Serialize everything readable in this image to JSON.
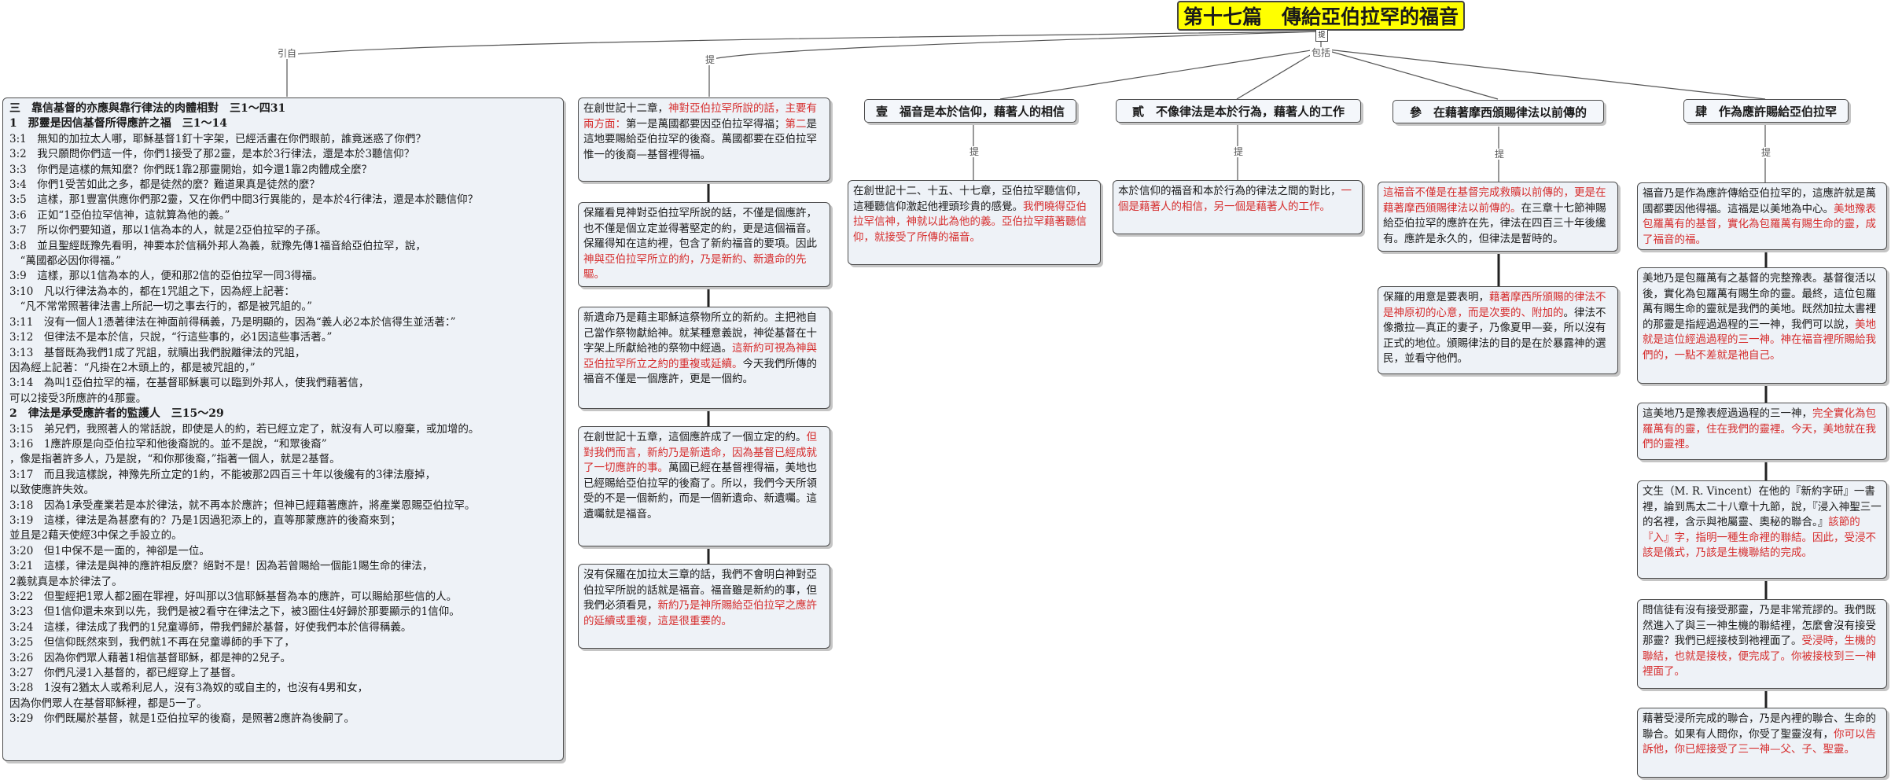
{
  "title": "第十七篇　傳給亞伯拉罕的福音",
  "title_icon": "提",
  "edge_labels": {
    "yin": "引自",
    "zong": "提",
    "baokuo": "包括",
    "t1": "提",
    "t2": "提",
    "t3": "提",
    "t4": "提"
  },
  "verses": {
    "lines": [
      {
        "t": "三　靠信基督的亦應與靠行律法的肉體相對　三1～四31",
        "h": true
      },
      {
        "t": "1　那靈是因信基督所得應許之福　三1～14",
        "h": true
      },
      {
        "t": "3:1　無知的加拉太人哪，耶穌基督1釘十字架，已經活畫在你們眼前，誰竟迷惑了你們？"
      },
      {
        "t": "3:2　我只願問你們這一件，你們1接受了那2靈，是本於3行律法，還是本於3聽信仰？"
      },
      {
        "t": "3:3　你們是這樣的無知麼？你們既1靠2那靈開始，如今還1靠2肉體成全麼？"
      },
      {
        "t": "3:4　你們1受苦如此之多，都是徒然的麼？難道果真是徒然的麼？"
      },
      {
        "t": "3:5　這樣，那1豐富供應你們那2靈，又在你們中間3行異能的，是本於4行律法，還是本於聽信仰？"
      },
      {
        "t": "3:6　正如“1亞伯拉罕信神，這就算為他的義。”"
      },
      {
        "t": "3:7　所以你們要知道，那以1信為本的人，就是2亞伯拉罕的子孫。"
      },
      {
        "t": "3:8　並且聖經既豫先看明，神要本於信稱外邦人為義，就豫先傳1福音給亞伯拉罕，說，"
      },
      {
        "t": "　“萬國都必因你得福。”"
      },
      {
        "t": "3:9　這樣，那以1信為本的人，便和那2信的亞伯拉罕一同3得福。"
      },
      {
        "t": "3:10　凡以行律法為本的，都在1咒詛之下，因為經上記著："
      },
      {
        "t": "　“凡不常常照著律法書上所記一切之事去行的，都是被咒詛的。”"
      },
      {
        "t": "3:11　沒有一個人1憑著律法在神面前得稱義，乃是明顯的，因為“義人必2本於信得生並活著：”"
      },
      {
        "t": "3:12　但律法不是本於信，只說，“行這些事的，必1因這些事活著。”"
      },
      {
        "t": "3:13　基督既為我們1成了咒詛，就贖出我們脫離律法的咒詛，"
      },
      {
        "t": "因為經上記著：“凡掛在2木頭上的，都是被咒詛的，”"
      },
      {
        "t": "3:14　為叫1亞伯拉罕的福，在基督耶穌裏可以臨到外邦人，使我們藉著信，"
      },
      {
        "t": "可以2接受3所應許的4那靈。"
      },
      {
        "t": "2　律法是承受應許者的監護人　三15～29",
        "h": true
      },
      {
        "t": "3:15　弟兄們，我照著人的常話說，即使是人的約，若已經立定了，就沒有人可以廢棄，或加增的。"
      },
      {
        "t": "3:16　1應許原是向亞伯拉罕和他後裔說的。並不是說，“和眾後裔”"
      },
      {
        "t": "，像是指著許多人，乃是說，“和你那後裔，”指著一個人，就是2基督。"
      },
      {
        "t": "3:17　而且我這樣說，神豫先所立定的1約，不能被那2四百三十年以後纔有的3律法廢掉，"
      },
      {
        "t": "以致使應許失效。"
      },
      {
        "t": "3:18　因為1承受產業若是本於律法，就不再本於應許；但神已經藉著應許，將產業恩賜亞伯拉罕。"
      },
      {
        "t": "3:19　這樣，律法是為甚麼有的？乃是1因過犯添上的，直等那蒙應許的後裔來到；"
      },
      {
        "t": "並且是2藉天使經3中保之手設立的。"
      },
      {
        "t": "3:20　但1中保不是一面的，神卻是一位。"
      },
      {
        "t": "3:21　這樣，律法是與神的應許相反麼？絕對不是！因為若曾賜給一個能1賜生命的律法，"
      },
      {
        "t": "2義就真是本於律法了。"
      },
      {
        "t": "3:22　但聖經把1眾人都2圈在罪裡，好叫那以3信耶穌基督為本的應許，可以賜給那些信的人。"
      },
      {
        "t": "3:23　但1信仰還未來到以先，我們是被2看守在律法之下，被3圈住4好歸於那要顯示的1信仰。"
      },
      {
        "t": "3:24　這樣，律法成了我們的1兒童導師，帶我們歸於基督，好使我們本於信得稱義。"
      },
      {
        "t": "3:25　但信仰既然來到，我們就1不再在兒童導師的手下了，"
      },
      {
        "t": "3:26　因為你們眾人藉著1相信基督耶穌，都是神的2兒子。"
      },
      {
        "t": "3:27　你們凡浸1入基督的，都已經穿上了基督。"
      },
      {
        "t": "3:28　1沒有2猶太人或希利尼人，沒有3為奴的或自主的，也沒有4男和女，"
      },
      {
        "t": "因為你們眾人在基督耶穌裡，都是5一了。"
      },
      {
        "t": "3:29　你們既屬於基督，就是1亞伯拉罕的後裔，是照著2應許為後嗣了。"
      }
    ]
  },
  "middle_cards": [
    {
      "segments": [
        {
          "t": "在創世記十二章，"
        },
        {
          "t": "神對亞伯拉罕所說的話，主要有兩方面：",
          "r": true
        },
        {
          "t": "第一是萬國都要因亞伯拉罕得福；"
        },
        {
          "t": "第二",
          "r": true
        },
        {
          "t": "是這地要賜給亞伯拉罕的後裔。萬國都要在亞伯拉罕惟一的後裔—基督裡得福。"
        }
      ]
    },
    {
      "segments": [
        {
          "t": "保羅看見神對亞伯拉罕所說的話，不僅是個應許，也不僅是個立定並得著堅定的約，更是這個福音。保羅得知在這約裡，包含了新約福音的要項。因此"
        },
        {
          "t": "神與亞伯拉罕所立的約，乃是新約、新遺命的先驅。",
          "r": true
        }
      ]
    },
    {
      "segments": [
        {
          "t": "新遺命乃是藉主耶穌這祭物所立的新約。主把祂自己當作祭物獻給神。就某種意義說，神從基督在十字架上所獻給祂的祭物中經過。"
        },
        {
          "t": "這新約可視為神與亞伯拉罕所立之約的重複或延續。",
          "r": true
        },
        {
          "t": "今天我們所傳的福音不僅是一個應許，更是一個約。"
        }
      ]
    },
    {
      "segments": [
        {
          "t": "在創世記十五章，這個應許成了一個立定的約。"
        },
        {
          "t": "但對我們而言，新約乃是新遺命，因為基督已經成就了一切應許的事。",
          "r": true
        },
        {
          "t": "萬國已經在基督裡得福，美地也已經賜給亞伯拉罕的後裔了。所以，我們今天所領受的不是一個新約，而是一個新遺命、新遺囑。這遺囑就是福音。"
        }
      ]
    },
    {
      "segments": [
        {
          "t": "沒有保羅在加拉太三章的話，我們不會明白神對亞伯拉罕所說的話就是福音。福音雖是新約的事，但我們必須看見，"
        },
        {
          "t": "新約乃是神所賜給亞伯拉罕之應許的延續或重複，這是很重要的。",
          "r": true
        }
      ]
    }
  ],
  "sections": [
    {
      "head": "壹　福音是本於信仰，藉著人的相信"
    },
    {
      "head": "貳　不像律法是本於行為，藉著人的工作"
    },
    {
      "head": "參　在藉著摩西頒賜律法以前傳的"
    },
    {
      "head": "肆　作為應許賜給亞伯拉罕"
    }
  ],
  "sec1_card": {
    "segments": [
      {
        "t": "在創世記十二、十五、十七章，亞伯拉罕聽信仰，這種聽信仰激起他裡頭珍貴的感覺。"
      },
      {
        "t": "我們曉得亞伯拉罕信神，神就以此為他的義。亞伯拉罕藉著聽信仰，就接受了所傳的福音。",
        "r": true
      }
    ]
  },
  "sec2_card": {
    "segments": [
      {
        "t": "本於信仰的福音和本於行為的律法之間的對比，"
      },
      {
        "t": "一個是藉著人的相信，另一個是藉著人的工作。",
        "r": true
      }
    ]
  },
  "sec3_cards": [
    {
      "segments": [
        {
          "t": "這福音不僅是在基督完成救贖以前傳的，更是在藉著摩西頒賜律法以前傳的。",
          "r": true
        },
        {
          "t": "在三章十七節神賜給亞伯拉罕的應許在先，律法在四百三十年後纔有。應許是永久的，但律法是暫時的。"
        }
      ]
    },
    {
      "segments": [
        {
          "t": "保羅的用意是要表明，"
        },
        {
          "t": "藉著摩西所頒賜的律法不是神原初的心意，而是次要的、附加的",
          "r": true
        },
        {
          "t": "。律法不像撒拉—真正的妻子，乃像夏甲—妾，所以沒有正式的地位。頒賜律法的目的是在於暴露神的選民，並看守他們。"
        }
      ]
    }
  ],
  "sec4_cards": [
    {
      "segments": [
        {
          "t": "福音乃是作為應許傳給亞伯拉罕的，這應許就是萬國都要因他得福。這福是以美地為中心。"
        },
        {
          "t": "美地豫表包羅萬有的基督，實化為包羅萬有賜生命的靈，成了福音的福。",
          "r": true
        }
      ]
    },
    {
      "segments": [
        {
          "t": "美地乃是包羅萬有之基督的完整豫表。基督復活以後，實化為包羅萬有賜生命的靈。最終，這位包羅萬有賜生命的靈就是我們的美地。既然加拉太書裡的那靈是指經過過程的三一神，我們可以說，"
        },
        {
          "t": "美地就是這位經過過程的三一神。神在福音裡所賜給我們的，一點不差就是祂自己。",
          "r": true
        }
      ]
    },
    {
      "segments": [
        {
          "t": "這美地乃是豫表經過過程的三一神，"
        },
        {
          "t": "完全實化為包羅萬有的靈，住在我們的靈裡。今天，美地就在我們的靈裡。",
          "r": true
        }
      ]
    },
    {
      "segments": [
        {
          "t": "文生（M. R. Vincent）在他的『新約字研』一書裡，論到馬太二十八章十九節，說，『浸入神聖三一的名裡，含示與祂屬靈、奧秘的聯合。』"
        },
        {
          "t": "該節的『入』字，指明一種生命裡的聯結。因此，受浸不該是儀式，乃該是生機聯結的完成。",
          "r": true
        }
      ]
    },
    {
      "segments": [
        {
          "t": "問信徒有沒有接受那靈，乃是非常荒謬的。我們既然進入了與三一神生機的聯結裡，怎麼會沒有接受那靈？我們已經接枝到祂裡面了。"
        },
        {
          "t": "受浸時，生機的聯結，也就是接枝，便完成了。你被接枝到三一神裡面了。",
          "r": true
        }
      ]
    },
    {
      "segments": [
        {
          "t": "藉著受浸所完成的聯合，乃是內裡的聯合、生命的聯合。如果有人問你，你受了聖靈沒有，"
        },
        {
          "t": "你可以告訴他，你已經接受了三一神—父、子、聖靈。",
          "r": true
        }
      ]
    }
  ],
  "colors": {
    "title_bg": "#ffff00",
    "card_bg": "#eef2f7",
    "highlight": "#d62d2d",
    "border": "#4d4d4d"
  }
}
